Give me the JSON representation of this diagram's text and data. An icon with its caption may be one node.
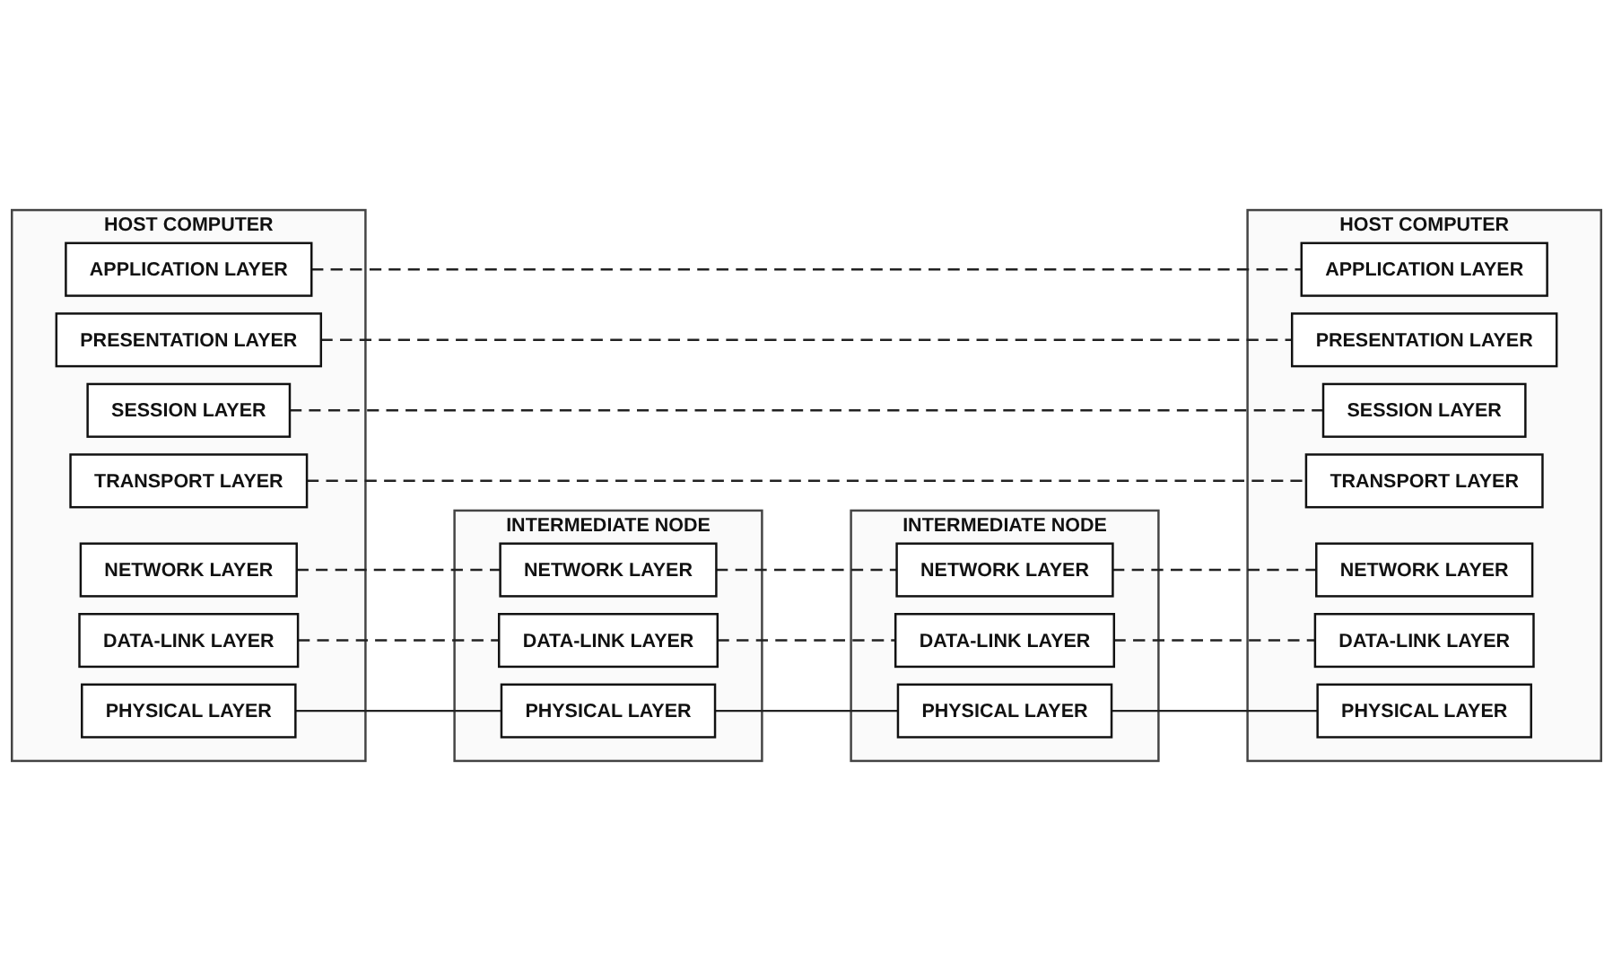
{
  "diagram": {
    "nodes": [
      {
        "text": [
          "HOST COMPUTER"
        ]
      },
      {
        "text": [
          "APPLICATION LAYER"
        ],
        "in": 0
      },
      {
        "text": [
          "PRESENTATION LAYER"
        ],
        "in": 0
      },
      {
        "text": [
          "SESSION LAYER"
        ],
        "in": 0
      },
      {
        "text": [
          "TRANSPORT LAYER"
        ],
        "in": 0
      },
      {
        "text": [
          "NETWORK LAYER"
        ],
        "in": 0
      },
      {
        "text": [
          "DATA-LINK LAYER"
        ],
        "in": 0
      },
      {
        "text": [
          "PHYSICAL LAYER"
        ],
        "in": 0
      },
      {
        "text": [
          "INTERMEDIATE NODE"
        ]
      },
      {
        "text": [
          "NETWORK LAYER"
        ],
        "in": 8
      },
      {
        "text": [
          "DATA-LINK LAYER"
        ],
        "in": 8
      },
      {
        "text": [
          "PHYSICAL LAYER"
        ],
        "in": 8
      },
      {
        "text": [
          "INTERMEDIATE NODE"
        ]
      },
      {
        "text": [
          "NETWORK LAYER"
        ],
        "in": 12
      },
      {
        "text": [
          "DATA-LINK LAYER"
        ],
        "in": 12
      },
      {
        "text": [
          "PHYSICAL LAYER"
        ],
        "in": 12
      },
      {
        "text": [
          "HOST COMPUTER"
        ]
      },
      {
        "text": [
          "APPLICATION LAYER"
        ],
        "in": 16
      },
      {
        "text": [
          "PRESENTATION LAYER"
        ],
        "in": 16
      },
      {
        "text": [
          "SESSION LAYER"
        ],
        "in": 16
      },
      {
        "text": [
          "TRANSPORT LAYER"
        ],
        "in": 16
      },
      {
        "text": [
          "NETWORK LAYER"
        ],
        "in": 16
      },
      {
        "text": [
          "DATA-LINK LAYER"
        ],
        "in": 16
      },
      {
        "text": [
          "PHYSICAL LAYER"
        ],
        "in": 16
      }
    ],
    "edges": [
      {
        "from": 1,
        "to": 17,
        "arrow": "none",
        "style": "dashed"
      },
      {
        "from": 2,
        "to": 18,
        "arrow": "none",
        "style": "dashed"
      },
      {
        "from": 3,
        "to": 19,
        "arrow": "none",
        "style": "dashed"
      },
      {
        "from": 4,
        "to": 20,
        "arrow": "none",
        "style": "dashed"
      },
      {
        "from": 5,
        "to": 9,
        "arrow": "none",
        "style": "dashed"
      },
      {
        "from": 9,
        "to": 13,
        "arrow": "none",
        "style": "dashed"
      },
      {
        "from": 13,
        "to": 21,
        "arrow": "none",
        "style": "dashed"
      },
      {
        "from": 6,
        "to": 10,
        "arrow": "none",
        "style": "dashed"
      },
      {
        "from": 10,
        "to": 14,
        "arrow": "none",
        "style": "dashed"
      },
      {
        "from": 14,
        "to": 22,
        "arrow": "none",
        "style": "dashed"
      },
      {
        "from": 7,
        "to": 11,
        "arrow": "none"
      },
      {
        "from": 11,
        "to": 15,
        "arrow": "none"
      },
      {
        "from": 15,
        "to": 23,
        "arrow": "none"
      }
    ]
  }
}
